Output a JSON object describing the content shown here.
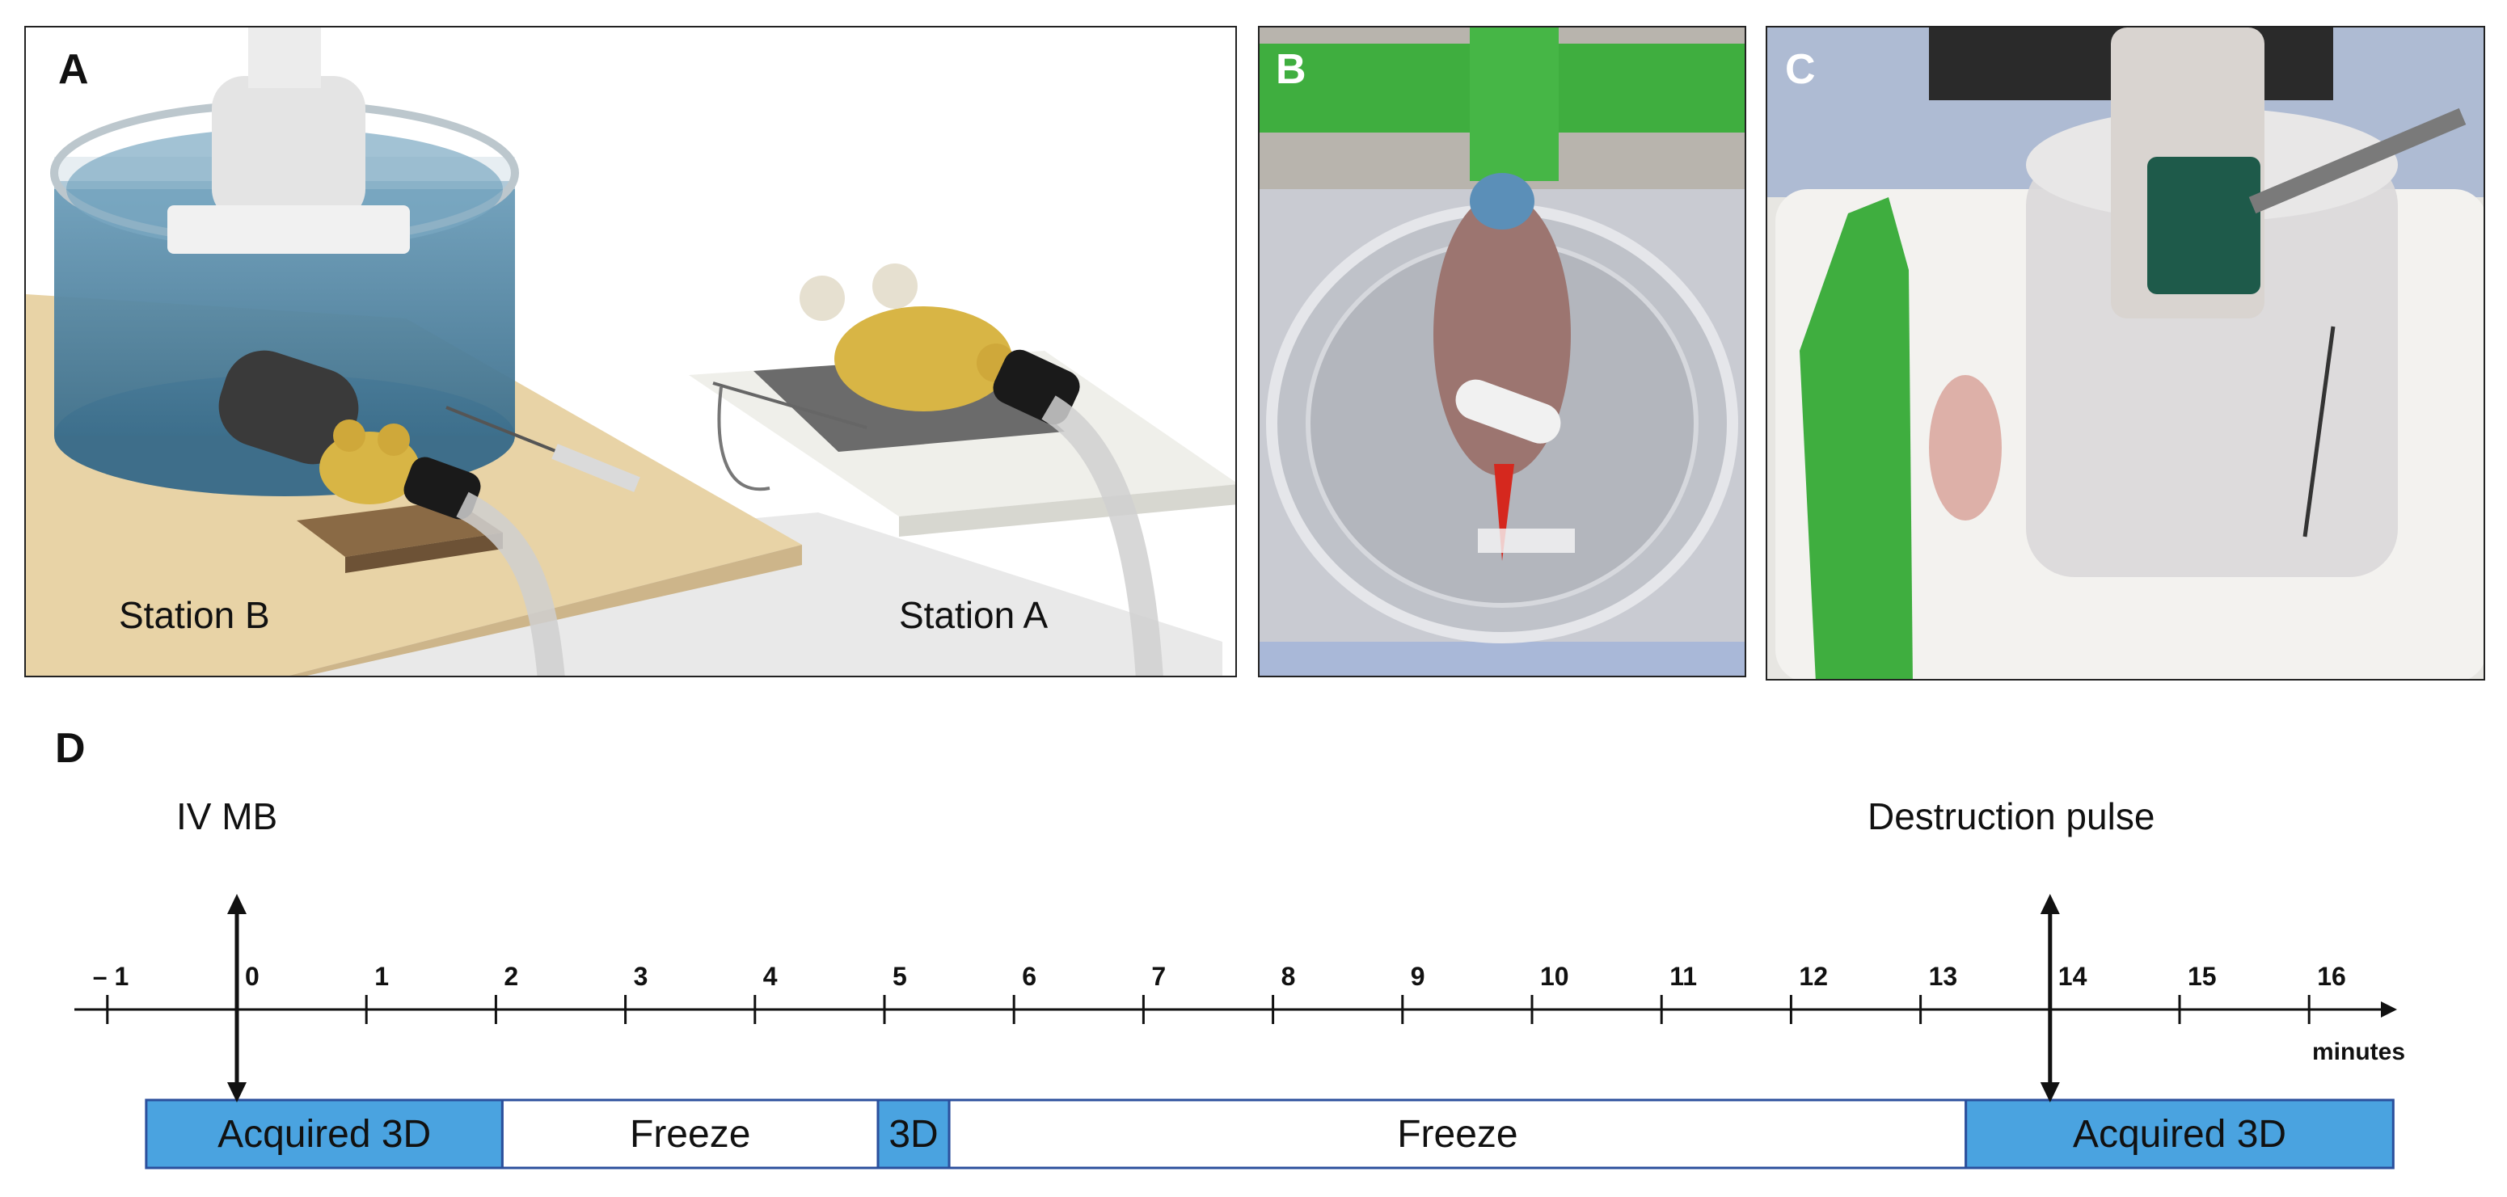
{
  "panels": {
    "a": {
      "letter": "A",
      "station_b": "Station B",
      "station_a": "Station A"
    },
    "b": {
      "letter": "B"
    },
    "c": {
      "letter": "C"
    },
    "d": {
      "letter": "D"
    }
  },
  "timeline": {
    "event_iv_mb": "IV MB",
    "event_destruction": "Destruction pulse",
    "unit": "minutes",
    "ticks": [
      "– 1",
      "0",
      "1",
      "2",
      "3",
      "4",
      "5",
      "6",
      "7",
      "8",
      "9",
      "10",
      "11",
      "12",
      "13",
      "14",
      "15",
      "16"
    ],
    "segments": [
      {
        "label": "Acquired 3D",
        "kind": "acquire",
        "start": -0.7,
        "end": 2.05
      },
      {
        "label": "Freeze",
        "kind": "freeze",
        "start": 2.05,
        "end": 4.95
      },
      {
        "label": "3D",
        "kind": "acquire",
        "start": 4.95,
        "end": 5.5
      },
      {
        "label": "Freeze",
        "kind": "freeze",
        "start": 5.5,
        "end": 13.35
      },
      {
        "label": "Acquired 3D",
        "kind": "acquire",
        "start": 13.35,
        "end": 16.65
      }
    ],
    "event_times": [
      0,
      14
    ]
  },
  "colors": {
    "acquire_fill": "#4aa3e0",
    "segment_border": "#2b4f9c",
    "water": "#4f87a6",
    "platform": "#e8d3a6",
    "mouse": "#d8b545",
    "tape": "#3fae3f"
  }
}
